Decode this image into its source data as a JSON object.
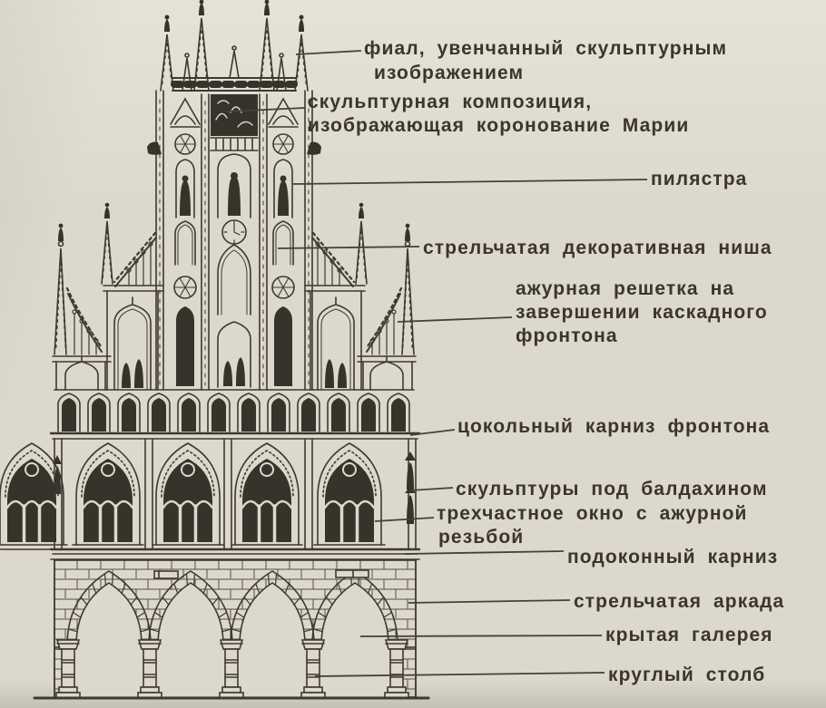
{
  "figure": {
    "kind": "labeled architectural drawing",
    "subject": "Gothic cascaded gable facade (town-hall type), line engraving with Russian callout labels"
  },
  "colors": {
    "paper": "#dcd8cc",
    "ink": "#3e3931",
    "label_text": "#3b352b"
  },
  "labels": {
    "finial": {
      "line1": "фиал, увенчанный скульптурным",
      "line2": "изображением"
    },
    "sculpture": {
      "line1": "скульптурная композиция,",
      "line2": "изображающая коронование Марии"
    },
    "pilaster": {
      "line1": "пилястра"
    },
    "lancet_niche": {
      "line1": "стрельчатая декоративная ниша"
    },
    "grille": {
      "line1": "ажурная решетка на",
      "line2": "завершении каскадного",
      "line3": "фронтона"
    },
    "gable_cornice": {
      "line1": "цокольный карниз фронтона"
    },
    "sculptures": {
      "line1": "скульптуры под балдахином"
    },
    "window": {
      "line1": "трехчастное окно с ажурной",
      "line2": "резьбой"
    },
    "sill_cornice": {
      "line1": "подоконный карниз"
    },
    "arcade": {
      "line1": "стрельчатая аркада"
    },
    "gallery": {
      "line1": "крытая галерея"
    },
    "pillar": {
      "line1": "круглый столб"
    }
  }
}
